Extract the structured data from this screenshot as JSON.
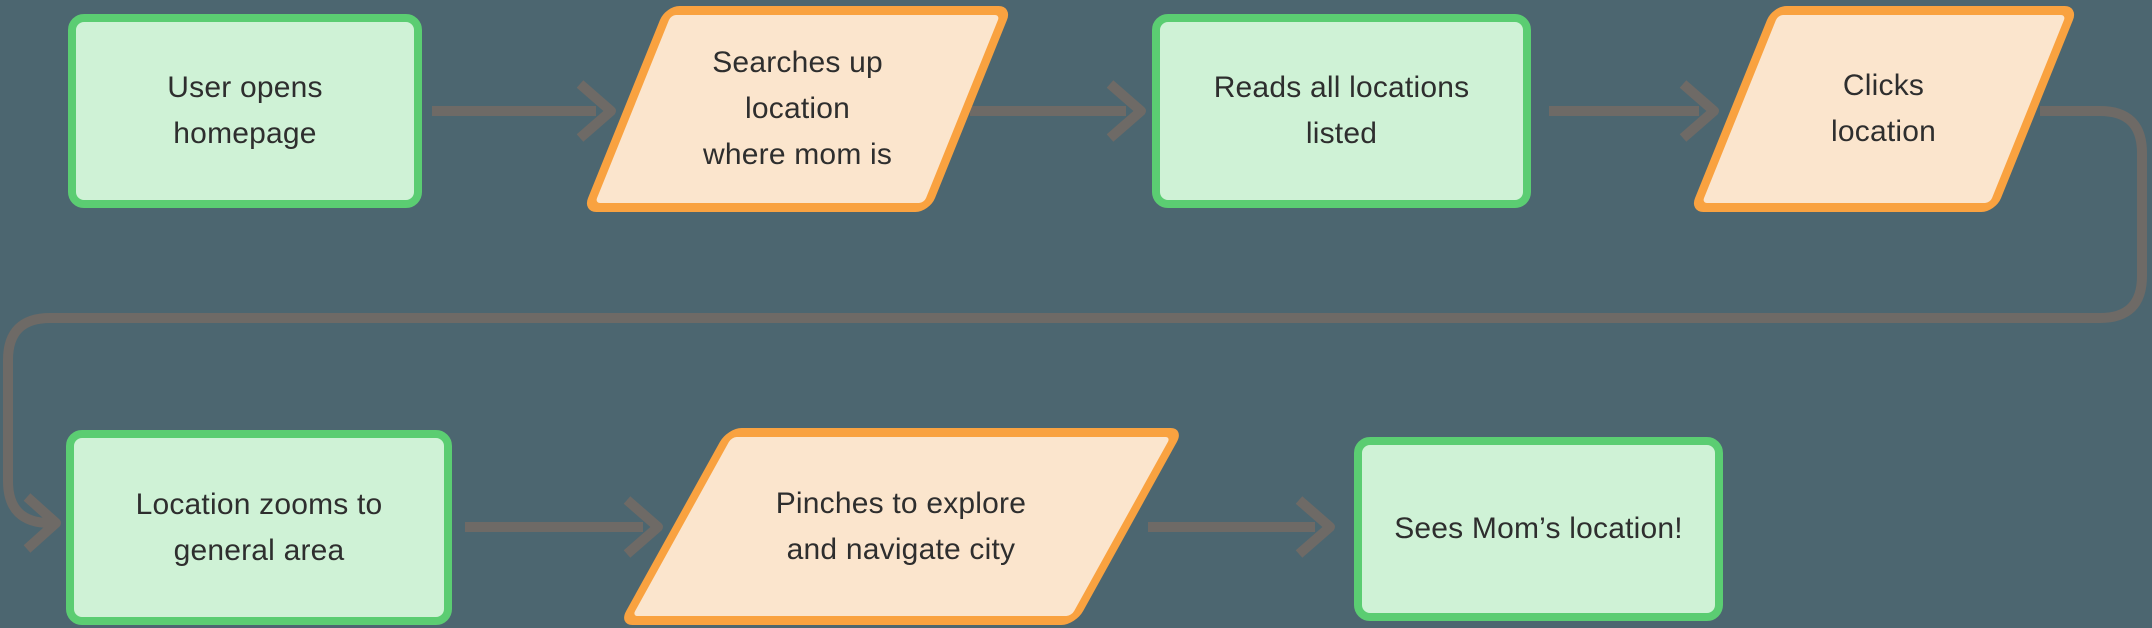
{
  "diagram": {
    "type": "flowchart",
    "title": "",
    "background_color": "#4c6670",
    "connector_color": "#6e6a66",
    "text_color": "#2e2e2e",
    "styles": {
      "process_fill": "#cff2d6",
      "process_border": "#5bcd72",
      "io_fill": "#fbe5cd",
      "io_border": "#f9a240"
    },
    "nodes": [
      {
        "id": "n1",
        "shape": "rectangle",
        "row": 1,
        "label": [
          "User opens",
          "homepage"
        ]
      },
      {
        "id": "n2",
        "shape": "parallelogram",
        "row": 1,
        "label": [
          "Searches up",
          "location",
          "where mom is"
        ]
      },
      {
        "id": "n3",
        "shape": "rectangle",
        "row": 1,
        "label": [
          "Reads all locations",
          "listed"
        ]
      },
      {
        "id": "n4",
        "shape": "parallelogram",
        "row": 1,
        "label": [
          "Clicks",
          "location"
        ]
      },
      {
        "id": "n5",
        "shape": "rectangle",
        "row": 2,
        "label": [
          "Location zooms to",
          "general area"
        ]
      },
      {
        "id": "n6",
        "shape": "parallelogram",
        "row": 2,
        "label": [
          "Pinches to explore",
          "and navigate city"
        ]
      },
      {
        "id": "n7",
        "shape": "rectangle",
        "row": 2,
        "label": [
          "Sees Mom’s location!"
        ]
      }
    ],
    "edges": [
      {
        "from": "n1",
        "to": "n2"
      },
      {
        "from": "n2",
        "to": "n3"
      },
      {
        "from": "n3",
        "to": "n4"
      },
      {
        "from": "n4",
        "to": "n5"
      },
      {
        "from": "n5",
        "to": "n6"
      },
      {
        "from": "n6",
        "to": "n7"
      }
    ]
  }
}
